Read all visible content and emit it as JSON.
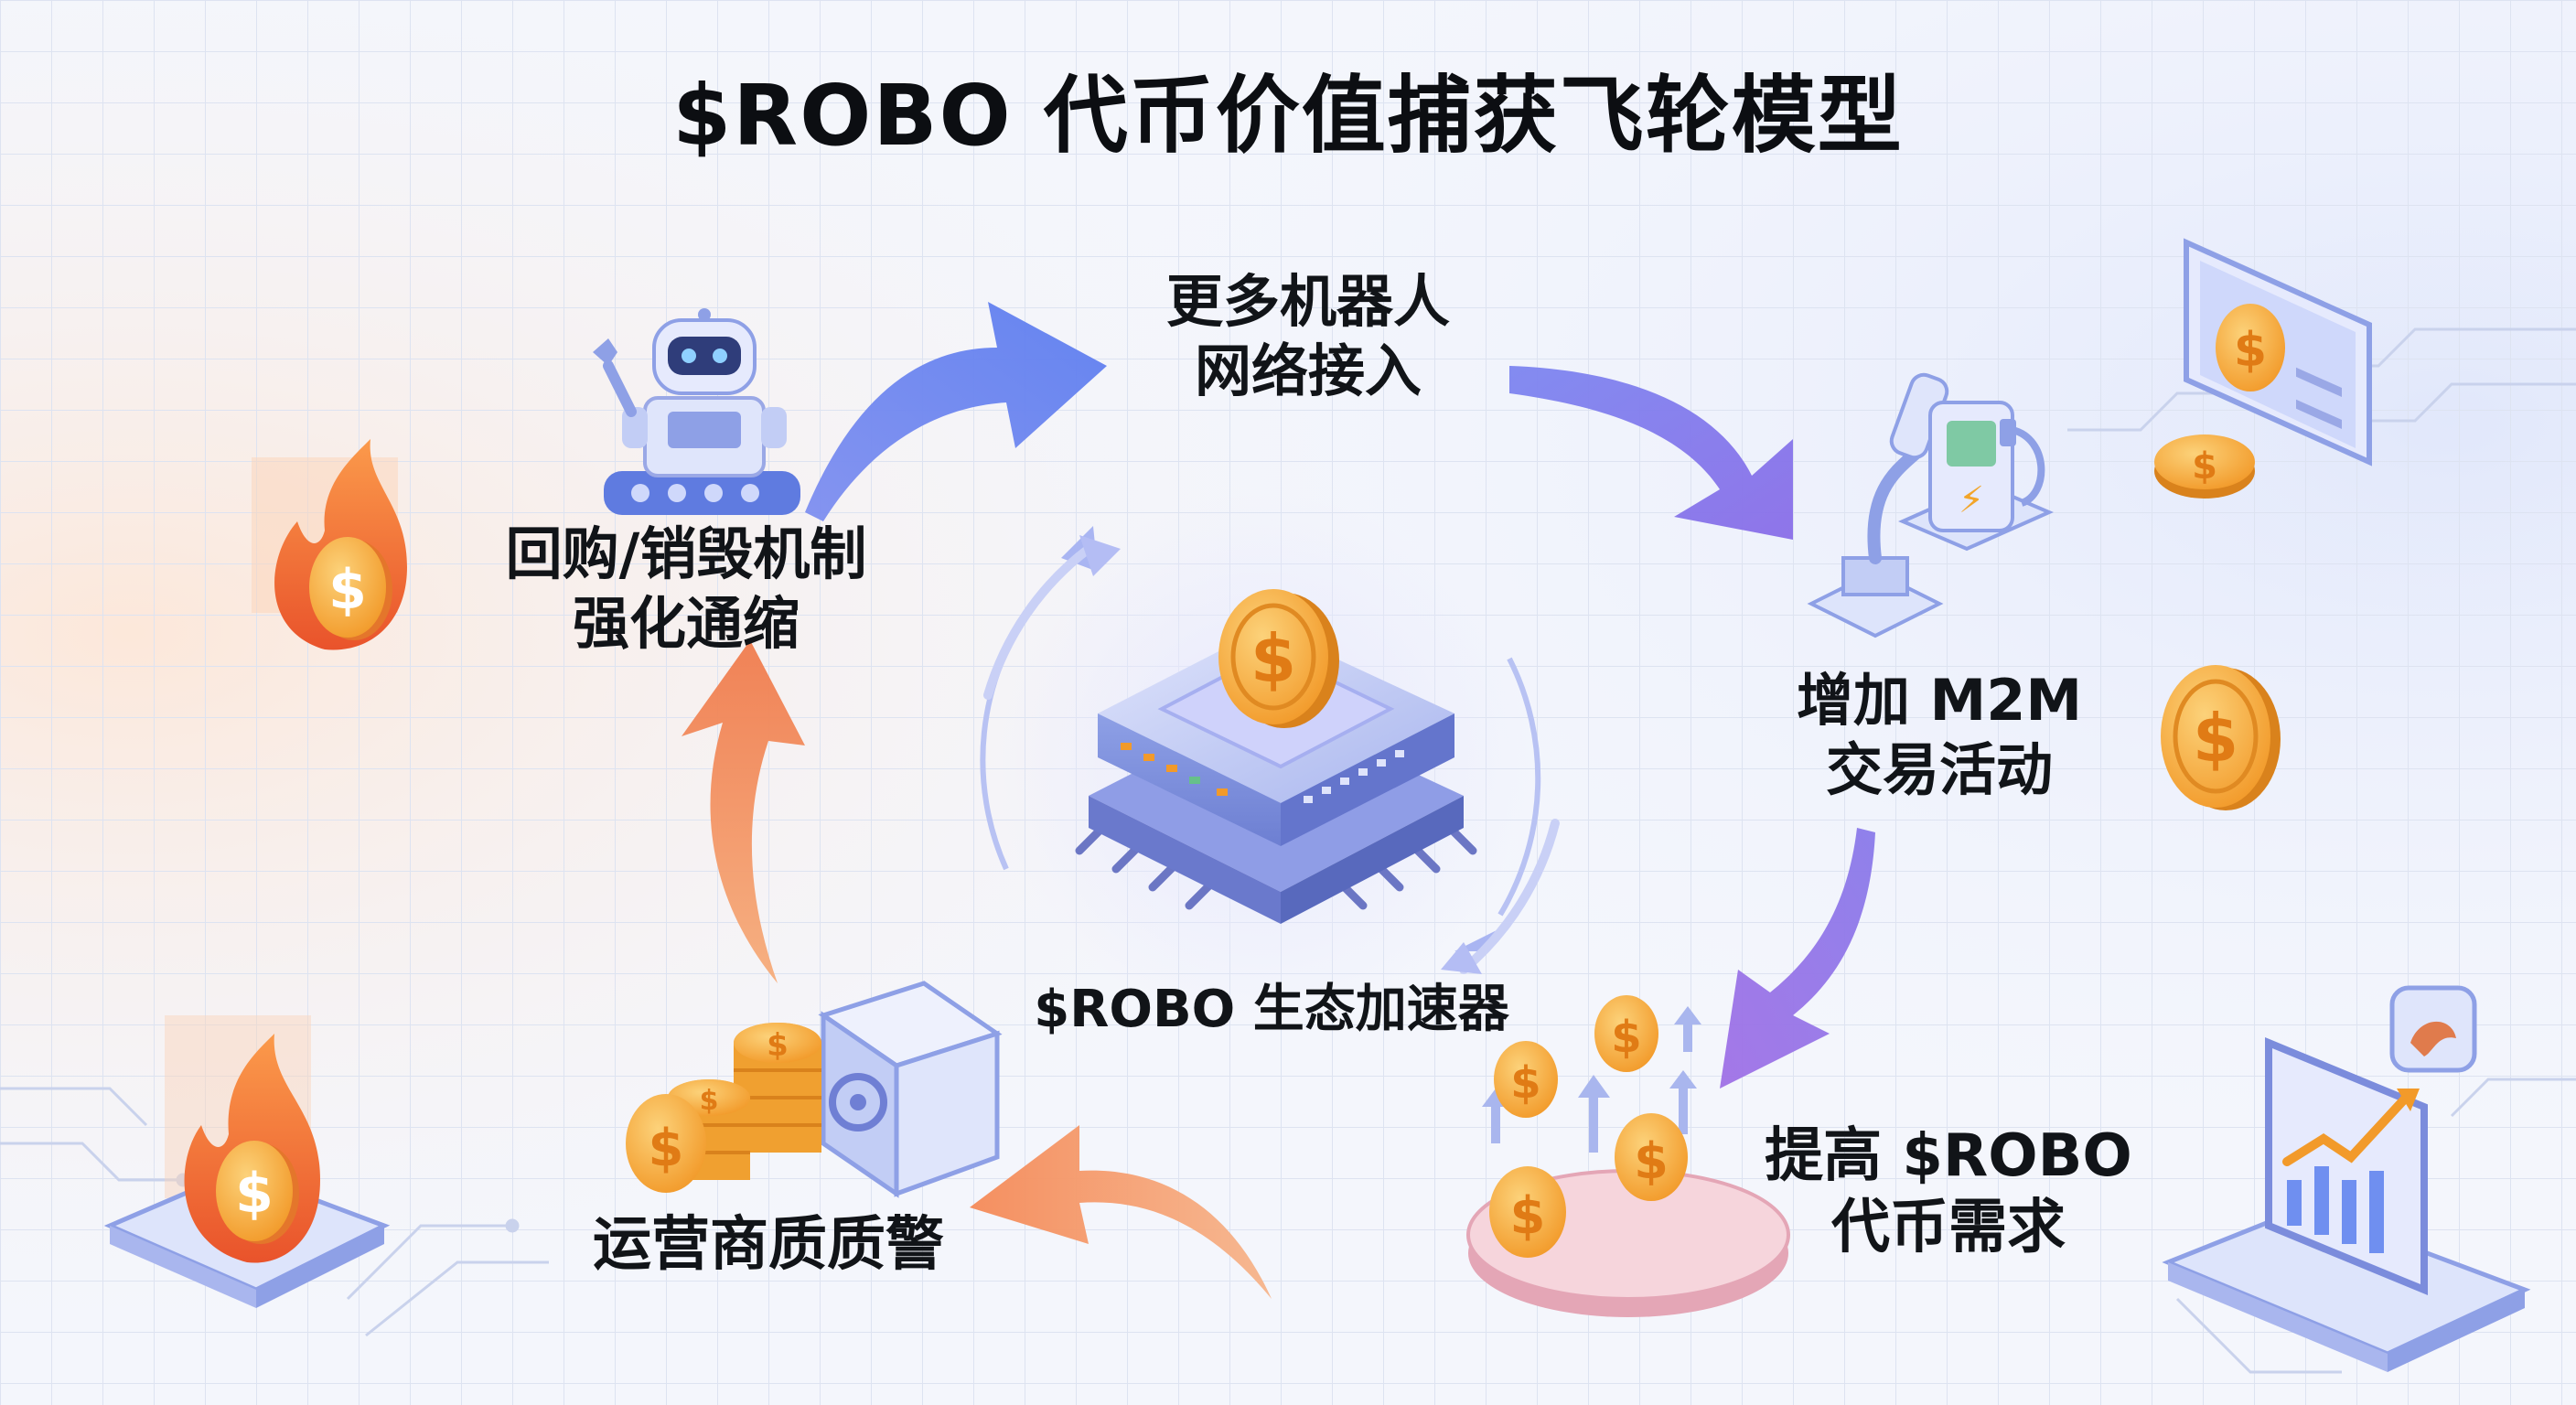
{
  "title": "$ROBO 代币价值捕获飞轮模型",
  "center": {
    "label": "$ROBO 生态加速器",
    "icon": "chip-coin-icon"
  },
  "nodes": [
    {
      "id": "more-robots",
      "lines": [
        "更多机器人",
        "网络接入"
      ],
      "icon": "robot-icon"
    },
    {
      "id": "m2m",
      "lines": [
        "增加 M2M",
        "交易活动"
      ],
      "icon": "charging-station-icon"
    },
    {
      "id": "demand",
      "lines": [
        "提高 $ROBO",
        "代币需求"
      ],
      "icon": "rising-coins-icon"
    },
    {
      "id": "staking",
      "lines": [
        "运营商质质警"
      ],
      "icon": "vault-coins-icon"
    },
    {
      "id": "buyback",
      "lines": [
        "回购/销毁机制",
        "强化通缩"
      ],
      "icon": "robot-icon"
    }
  ],
  "decor": [
    "flame-coin-icon",
    "monitor-coin-icon",
    "laptop-chart-icon",
    "burn-platform-icon"
  ],
  "colors": {
    "orange": "#f4884c",
    "purple": "#8a7bea",
    "blue": "#6f8ff0",
    "coin": "#f6a531"
  }
}
